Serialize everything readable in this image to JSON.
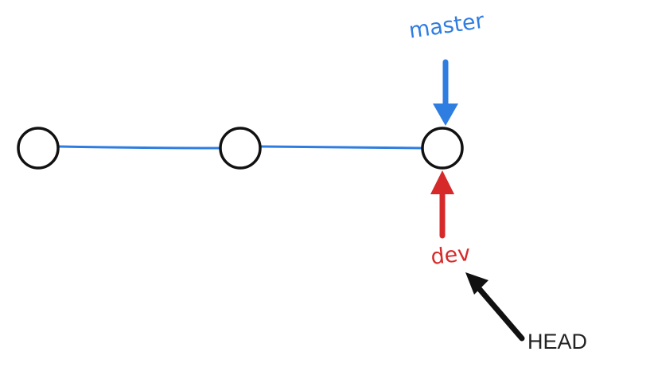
{
  "diagram": {
    "commits": [
      {
        "id": "commit-1"
      },
      {
        "id": "commit-2"
      },
      {
        "id": "commit-3"
      }
    ],
    "pointers": [
      {
        "name": "master",
        "label": "master",
        "target": "commit-3",
        "color": "#2e7de1"
      },
      {
        "name": "dev",
        "label": "dev",
        "target": "commit-3",
        "color": "#d62a2a"
      },
      {
        "name": "HEAD",
        "label": "HEAD",
        "target": "dev",
        "color": "#111111"
      }
    ],
    "colors": {
      "line": "#2e7de1",
      "node": "#111111"
    }
  }
}
